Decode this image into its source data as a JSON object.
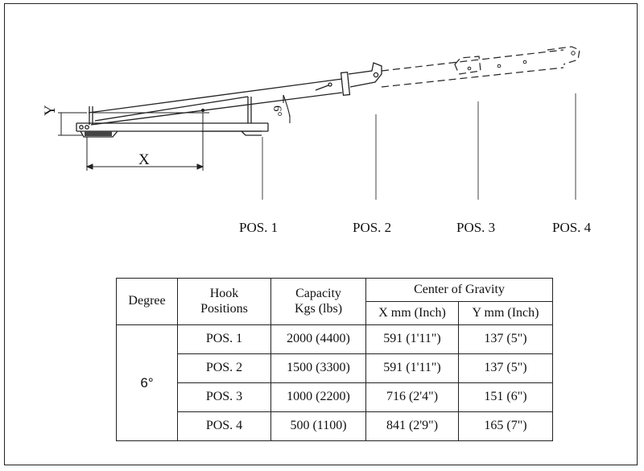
{
  "diagram": {
    "dimension_labels": {
      "x": "X",
      "y": "Y",
      "angle": "6°"
    },
    "positions": [
      "POS. 1",
      "POS. 2",
      "POS. 3",
      "POS. 4"
    ]
  },
  "table": {
    "headers": {
      "degree": "Degree",
      "hook_line1": "Hook",
      "hook_line2": "Positions",
      "capacity_line1": "Capacity",
      "capacity_line2": "Kgs (lbs)",
      "center_of_gravity": "Center of Gravity",
      "x_col": "X mm (Inch)",
      "y_col": "Y mm (Inch)"
    },
    "degree_value": "6°",
    "rows": [
      {
        "position": "POS. 1",
        "capacity": "2000 (4400)",
        "x": "591 (1'11\")",
        "y": "137 (5\")"
      },
      {
        "position": "POS. 2",
        "capacity": "1500 (3300)",
        "x": "591 (1'11\")",
        "y": "137 (5\")"
      },
      {
        "position": "POS. 3",
        "capacity": "1000 (2200)",
        "x": "716 (2'4\")",
        "y": "151 (6\")"
      },
      {
        "position": "POS. 4",
        "capacity": "500 (1100)",
        "x": "841 (2'9\")",
        "y": "165 (7\")"
      }
    ]
  }
}
